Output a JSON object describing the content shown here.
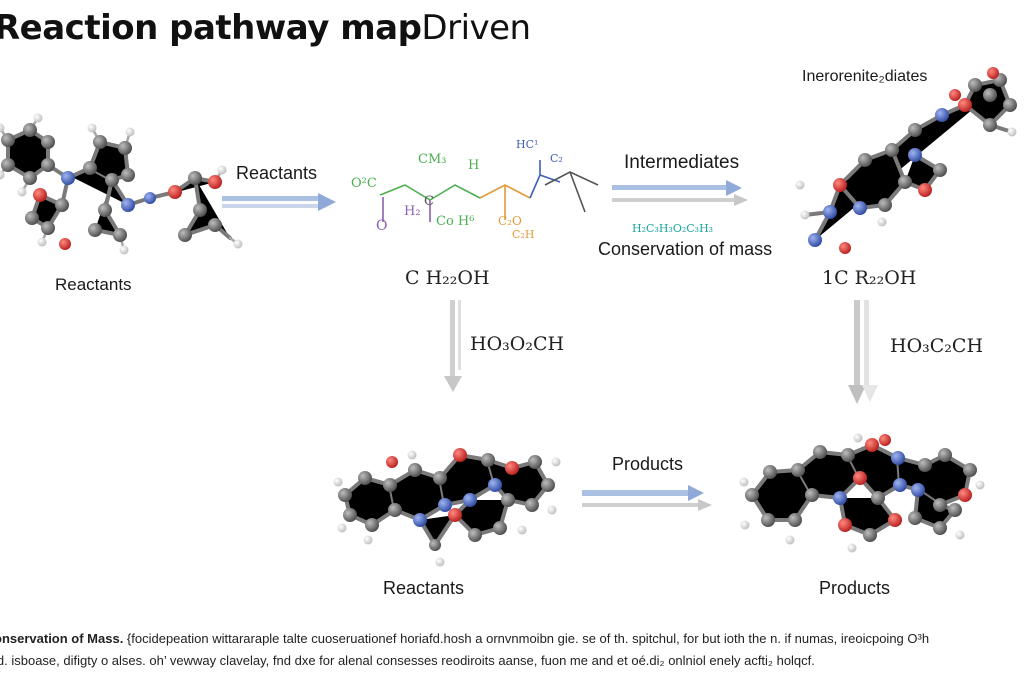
{
  "title": {
    "bold": "Reaction pathway map",
    "light": "Driven"
  },
  "labels": {
    "reactants_top": "Reactants",
    "reactants_arrow": "Reactants",
    "intermediates_arrow": "Intermediates",
    "conservation": "Conservation of mass",
    "intermediates_top": "Inerorenite₂diates",
    "products_arrow": "Products",
    "reactants_bottom": "Reactants",
    "products_bottom": "Products"
  },
  "formulas": {
    "mid_upper": "C  H₂₂OH",
    "mid_lower": "HO₃O₂CH",
    "right_upper": "1C  R₂₂OH",
    "right_lower": "HO₃C₂CH",
    "teal_small": "H₂C₃H₃O₂C₃H₃"
  },
  "skeletal": {
    "o2c": "O²C",
    "cm3": "CM₃",
    "h_top": "H",
    "hc": "HC¹",
    "c2": "C₂",
    "h2": "H₂",
    "c": "C",
    "oh": "Co H⁶",
    "o": "O",
    "c2o": "C₂O",
    "c2h": "C₂H"
  },
  "footer": {
    "heading": "onservation of Mass.",
    "line1": " {focidepeation wittararaple talte cuoseruationef horiafd.hosh a ornvnmoibn gie. se of th. spitchul, for but ioth the n. if numas, ireoicpoing O³h",
    "line2": "jd. isboase, difigty o alses. oh’ vewway clavelay, fnd dxe for alenal consesses reodiroits aanse, fuon me and et oé.di₂ onlniol enely acfti₂ holqcf."
  },
  "colors": {
    "arrow_blue": "#9fb7dc",
    "arrow_gray": "#c7c7c7",
    "atom_carbon": "#5a5a5a",
    "atom_oxygen": "#c62828",
    "atom_nitrogen": "#3f5fb3",
    "atom_hydrogen": "#dcdcdc"
  }
}
